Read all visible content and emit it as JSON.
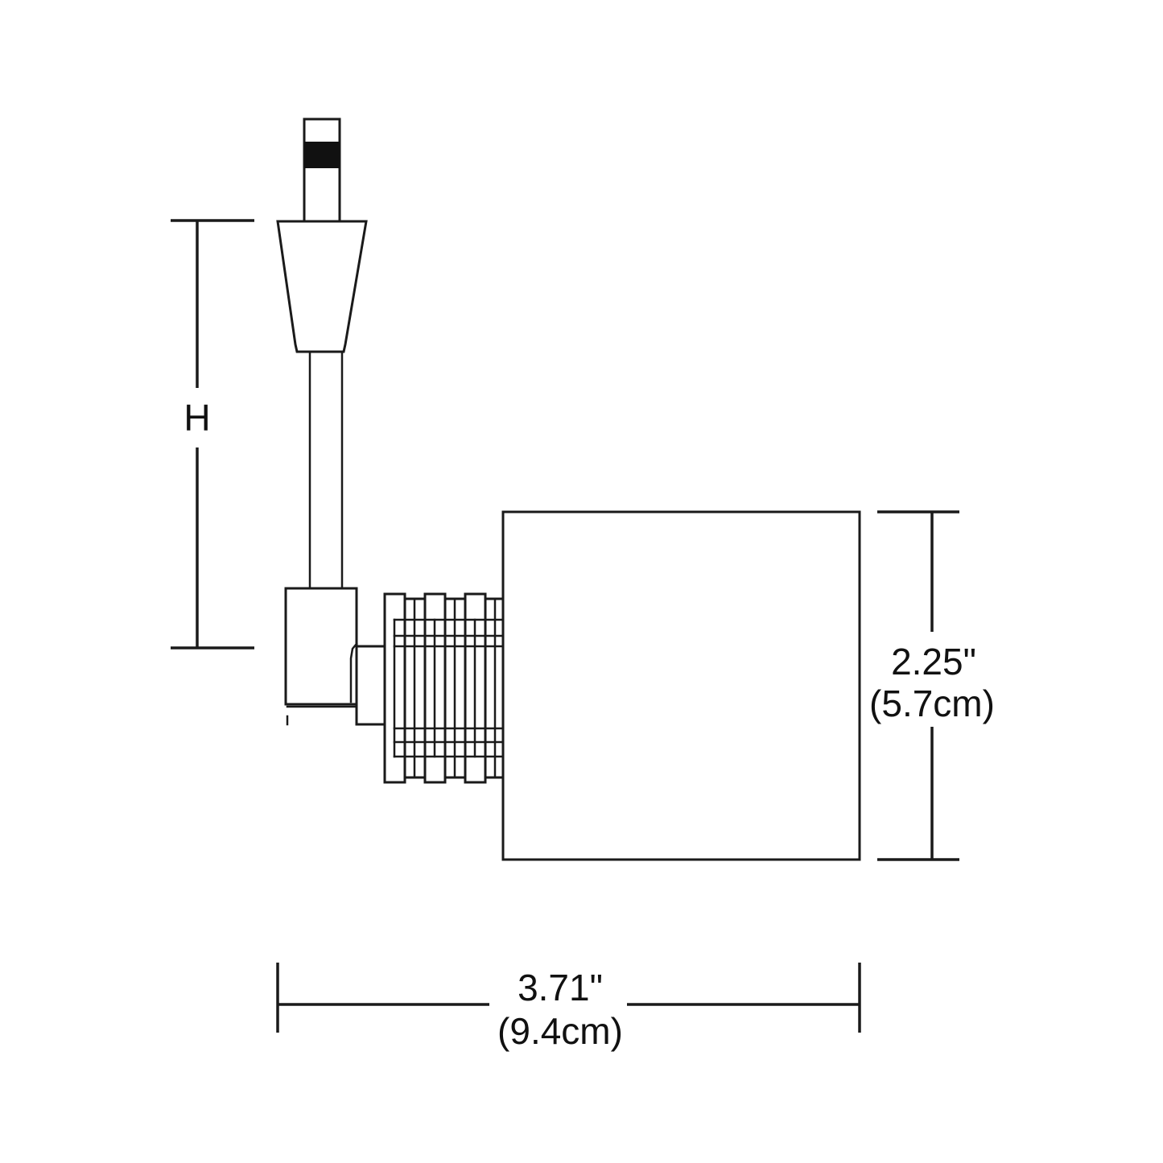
{
  "drawing": {
    "title": "Track Head Luminaire Dimensional Drawing",
    "background_color": "#ffffff",
    "line_color": "#1a1a1a",
    "accent_fill": "#111111",
    "dimensions": {
      "height": {
        "label": "H",
        "name": "height-dimension",
        "orientation": "vertical",
        "position": "left"
      },
      "shade_height": {
        "value_inches": "2.25\"",
        "value_metric": "(5.7cm)",
        "name": "shade-height-dimension",
        "orientation": "vertical",
        "position": "right"
      },
      "overall_depth": {
        "value_inches": "3.71\"",
        "value_metric": "(9.4cm)",
        "name": "overall-depth-dimension",
        "orientation": "horizontal",
        "position": "bottom"
      }
    },
    "parts": [
      {
        "name": "track-adapter-stem",
        "description": "thin vertical rod at top"
      },
      {
        "name": "track-adapter-band",
        "description": "solid black band on rod"
      },
      {
        "name": "tapered-canopy",
        "description": "conical transition piece"
      },
      {
        "name": "drop-stem",
        "description": "long vertical tube"
      },
      {
        "name": "mounting-block",
        "description": "rectangular swivel housing"
      },
      {
        "name": "pivot-knuckle",
        "description": "small connector block"
      },
      {
        "name": "heat-sink-fins",
        "description": "finned cylindrical heat sink"
      },
      {
        "name": "square-shade",
        "description": "square lamp shade body"
      }
    ]
  }
}
